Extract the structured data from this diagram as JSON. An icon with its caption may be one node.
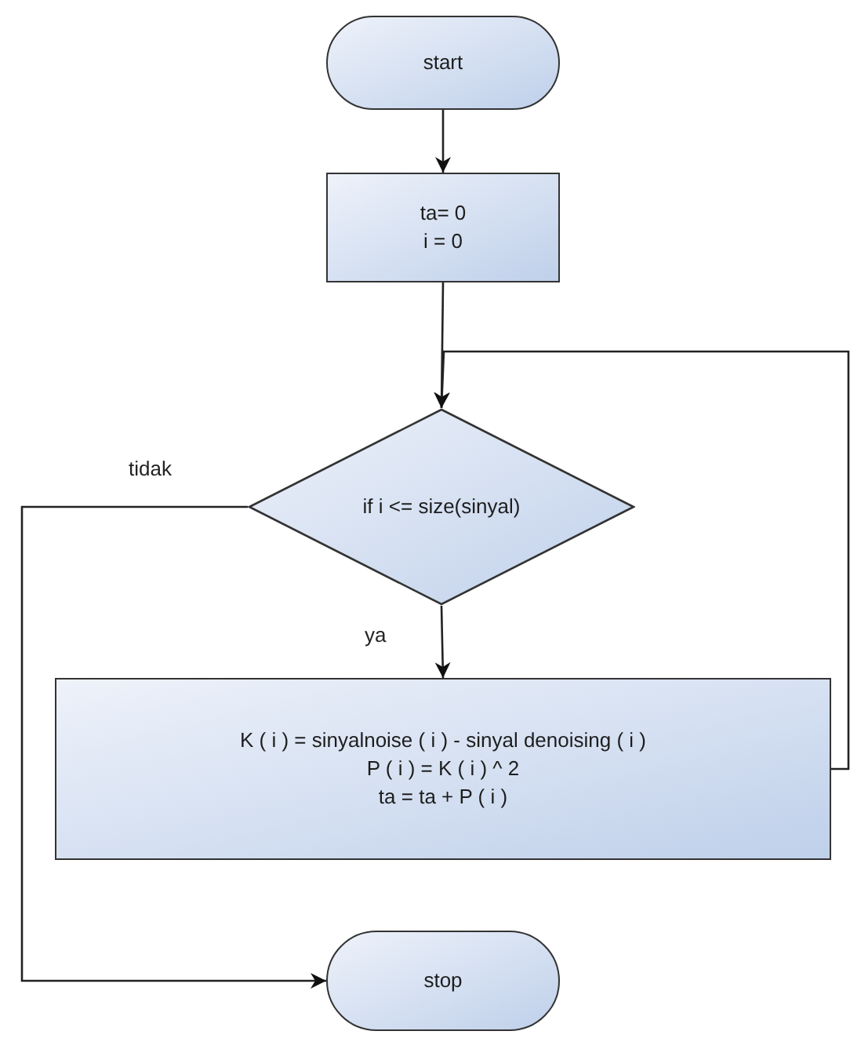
{
  "diagram": {
    "nodes": [
      {
        "text": [
          "start"
        ]
      },
      {
        "text": [
          "ta= 0",
          "i = 0"
        ]
      },
      {
        "text": [
          "if i <= size(sinyal)"
        ]
      },
      {
        "text": [
          "K ( i ) = sinyalnoise ( i ) - sinyal denoising ( i )",
          "P ( i ) = K ( i ) ^ 2",
          "ta = ta + P ( i )"
        ]
      },
      {
        "text": [
          "stop"
        ]
      }
    ],
    "edges": [
      {
        "from": 0,
        "to": 1,
        "arrow": "to"
      },
      {
        "from": 1,
        "to": 2,
        "arrow": "to"
      },
      {
        "from": 2,
        "to": 3,
        "arrow": "to",
        "label": "ya"
      },
      {
        "from": 2,
        "to": 4,
        "arrow": "to",
        "label": "tidak"
      },
      {
        "from": 3,
        "to": 2,
        "arrow": "to"
      }
    ]
  }
}
